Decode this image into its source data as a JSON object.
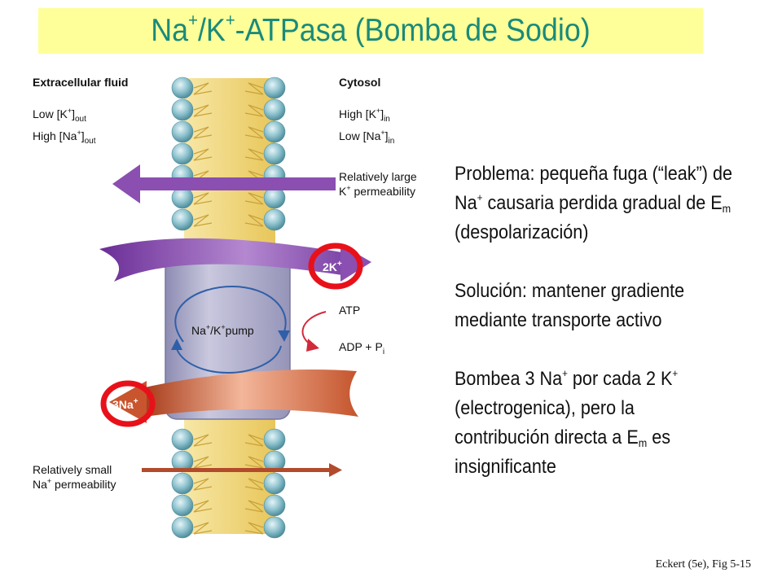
{
  "title": {
    "main": "Na",
    "sup1": "+",
    "mid": "/K",
    "sup2": "+",
    "rest": "-ATPasa (Bomba de Sodio)"
  },
  "colors": {
    "title": "#1a8a7a",
    "title_bg": "#ffff99",
    "pump": "#b0afcc",
    "k_arrow": "#8a4fb0",
    "na_arrow": "#c8552d",
    "highlight": "#e8111a",
    "lipid_head": "#8fc3cf",
    "lipid_tail": "#f2d97a"
  },
  "diagram": {
    "extracellular": {
      "title": "Extracellular fluid",
      "low": "Low  [K",
      "low_sup": "+",
      "low_end": "]",
      "low_sub": "out",
      "high": "High [Na",
      "high_sup": "+",
      "high_end": "]",
      "high_sub": "out"
    },
    "cytosol": {
      "title": "Cytosol",
      "high": "High [K",
      "high_sup": "+",
      "high_end": "]",
      "high_sub": "in",
      "low": "Low  [Na",
      "low_sup": "+",
      "low_end": "]",
      "low_sub": "in"
    },
    "k_permeability": {
      "line1": "Relatively large",
      "line2": "K",
      "sup": "+",
      "line2_end": " permeability"
    },
    "na_permeability": {
      "line1": "Relatively small",
      "line2": "Na",
      "sup": "+",
      "line2_end": " permeability"
    },
    "pump_label": {
      "a": "Na",
      "sup1": "+",
      "b": "/K",
      "sup2": "+",
      "c": "pump"
    },
    "k_badge": {
      "text": "2K",
      "sup": "+"
    },
    "na_badge": {
      "text": "3Na",
      "sup": "+"
    },
    "atp": "ATP",
    "adp": {
      "text": "ADP + P",
      "sub": "i"
    },
    "plus": "+",
    "minus": "−"
  },
  "text": {
    "p1": {
      "a": "Problema: pequeña fuga (“leak”) de Na",
      "sup": "+",
      "b": " causaria perdida gradual de E",
      "sub": "m",
      "c": " (despolarización)"
    },
    "p2": "Solución: mantener gradiente mediante transporte activo",
    "p3": {
      "a": "Bombea 3 Na",
      "sup1": "+",
      "b": " por cada 2 K",
      "sup2": "+",
      "c": " (electrogenica), pero la contribución directa a E",
      "sub": "m",
      "d": " es insignificante"
    }
  },
  "citation": "Eckert (5e), Fig 5-15"
}
